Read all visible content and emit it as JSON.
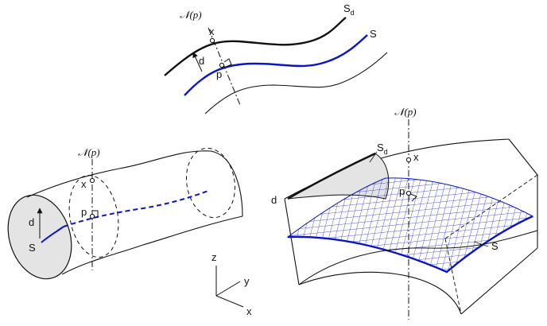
{
  "labels": {
    "np_symbol": "𝒩",
    "np_arg": "(p)",
    "x": "x",
    "p": "p",
    "d": "d",
    "s": "S",
    "s_d_main": "S",
    "s_d_sub": "d"
  },
  "axes": {
    "z": "z",
    "y": "y",
    "x": "x"
  },
  "colors": {
    "ink": "#111111",
    "blue": "#0a14c8",
    "fill_gray": "#e4e4e4"
  }
}
